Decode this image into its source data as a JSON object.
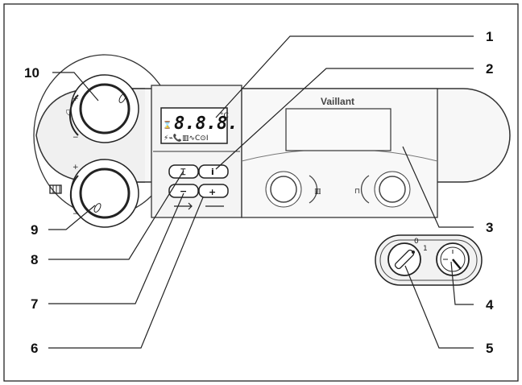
{
  "callouts": {
    "c1": "1",
    "c2": "2",
    "c3": "3",
    "c4": "4",
    "c5": "5",
    "c6": "6",
    "c7": "7",
    "c8": "8",
    "c9": "9",
    "c10": "10"
  },
  "brand": "Vaillant",
  "lcd": {
    "digits": "8.8.8.",
    "unit": "°C",
    "status_icons": "⚡⌁📞▥∿C⊙I"
  },
  "buttons": {
    "mode": "⌶",
    "info": "i",
    "minus": "−",
    "plus": "+"
  },
  "knob_marks": {
    "plus": "+",
    "minus": "−"
  },
  "main_switch": {
    "off": "0",
    "on": "1"
  }
}
